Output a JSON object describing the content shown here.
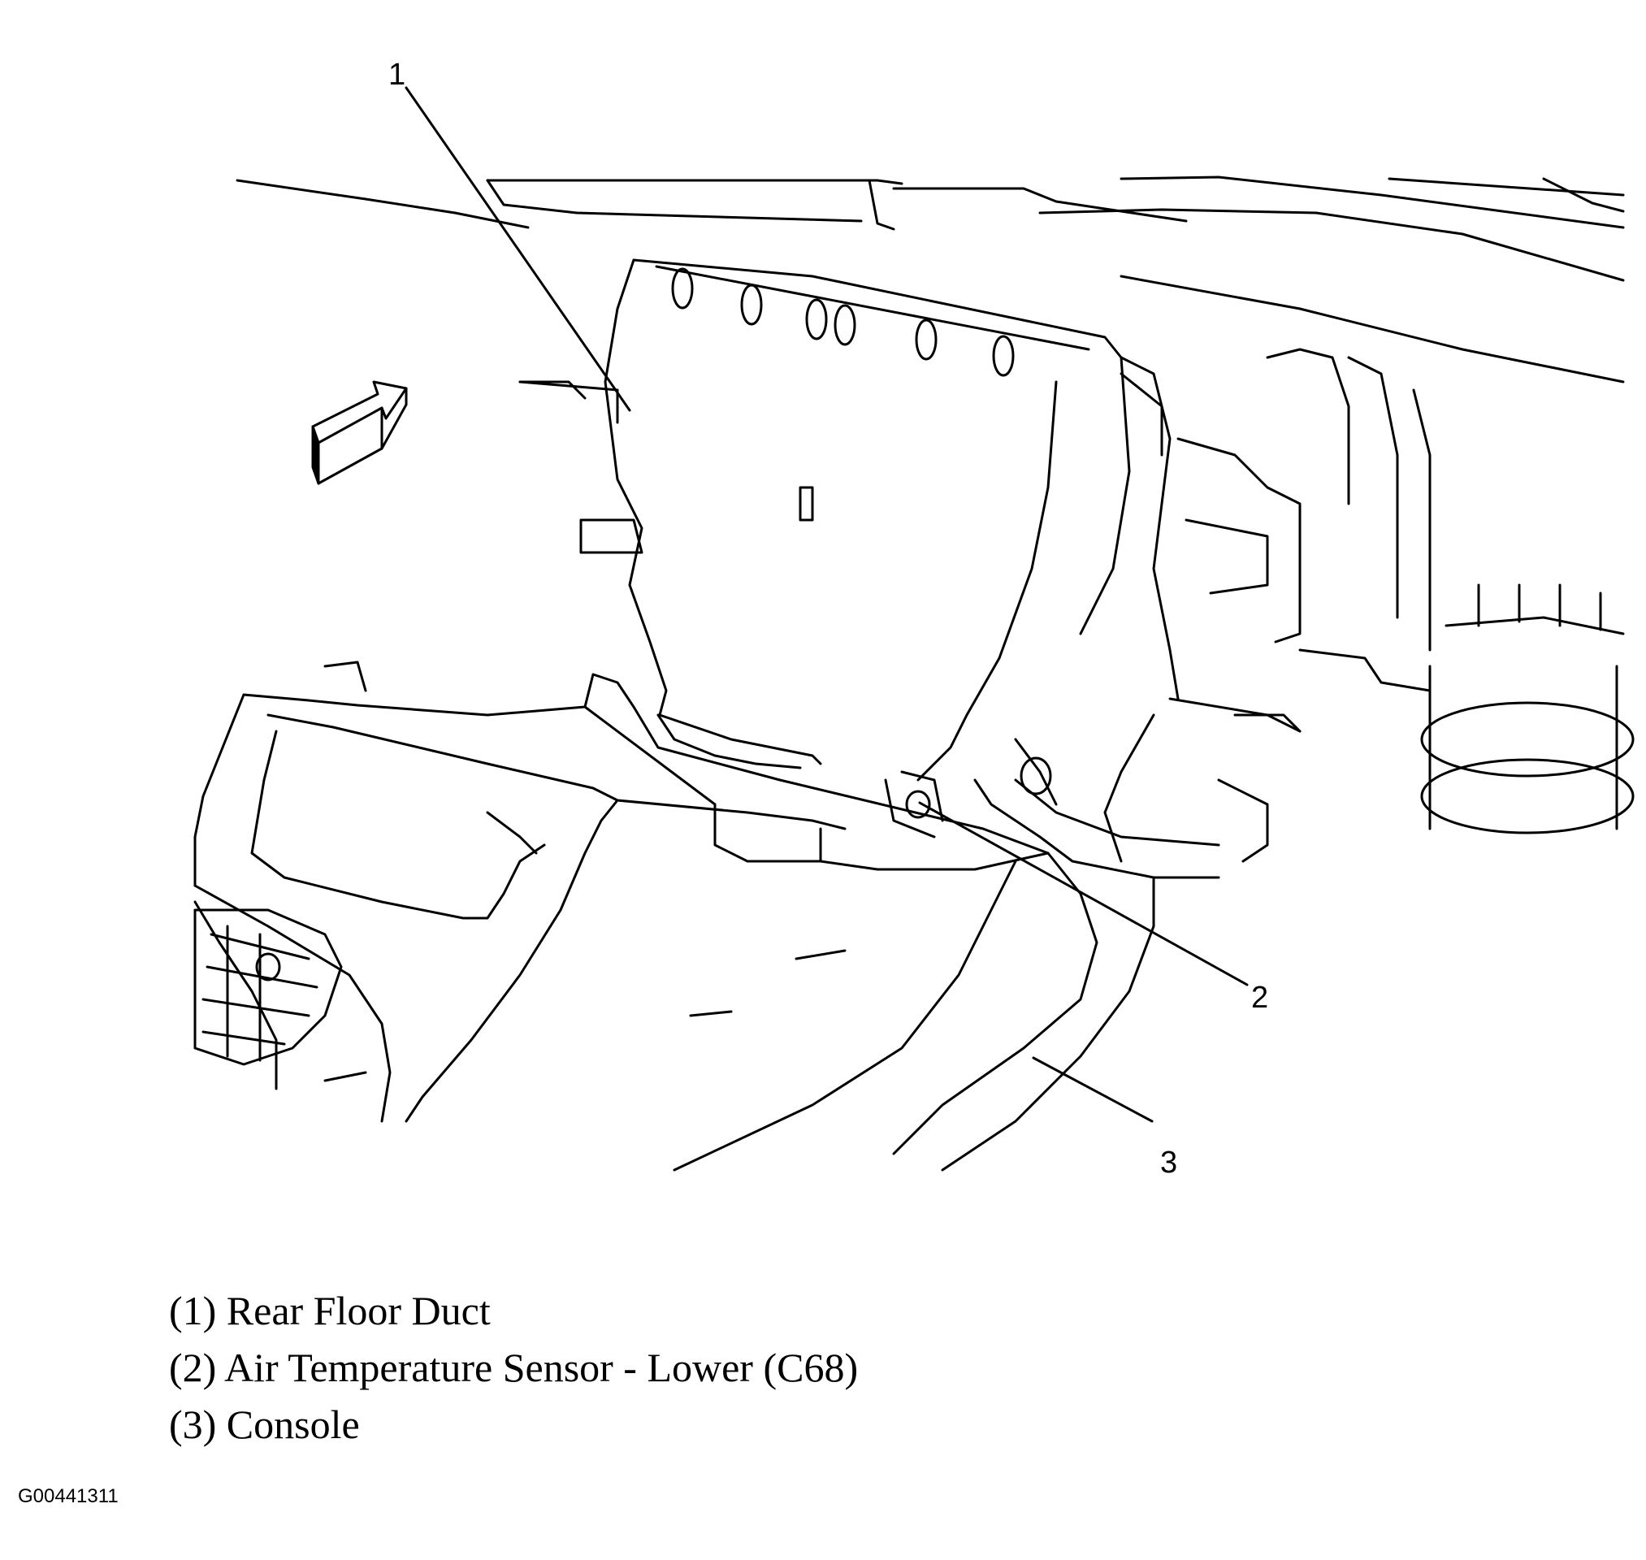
{
  "callouts": [
    {
      "number": "1",
      "label": "(1) Rear Floor Duct"
    },
    {
      "number": "2",
      "label": "(2) Air Temperature Sensor - Lower (C68)"
    },
    {
      "number": "3",
      "label": "(3) Console"
    }
  ],
  "figure_id": "G00441311",
  "colors": {
    "line": "#000000",
    "background": "#ffffff"
  }
}
